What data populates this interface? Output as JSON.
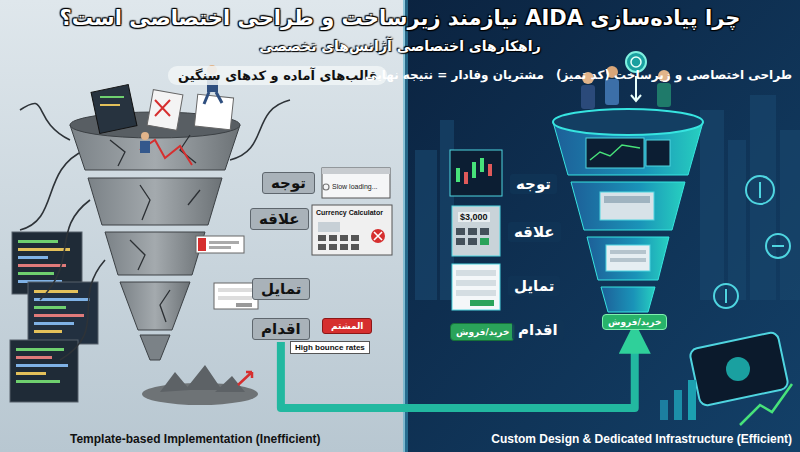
{
  "diagram": {
    "title": "چرا پیاده‌سازی AIDA نیازمند زیرساخت و طراحی اختصاصی است؟",
    "nodes": [
      {
        "text": [
          "توجه"
        ]
      },
      {
        "text": [
          "علاقه"
        ]
      },
      {
        "text": [
          "تمایل"
        ]
      },
      {
        "text": [
          "اقدام"
        ]
      },
      {
        "text": [
          "توجه"
        ]
      },
      {
        "text": [
          "علاقه"
        ]
      },
      {
        "text": [
          "تمایل"
        ]
      },
      {
        "text": [
          "اقدام"
        ]
      },
      {
        "text": [
          "خرید/فروش"
        ]
      }
    ],
    "edges": [
      {
        "from": 3,
        "to": 8,
        "arrow": "to"
      }
    ],
    "labels": [
      "راهکارهای اختصاصی آژانس‌های تخصصی",
      "قالب‌های آماده و کدهای سنگین",
      "مشتریان وفادار = نتیجه نهایی",
      "طراحی اختصاصی و زیرساخت (کد تمیز)",
      "Slow loading...",
      "Currency Calculator",
      "المشتم",
      "High bounce rates",
      "$3,000",
      "خرید/فروش",
      "Template-based Implementation (Inefficient)",
      "Custom Design & Dedicated Infrastructure (Efficient)"
    ]
  }
}
